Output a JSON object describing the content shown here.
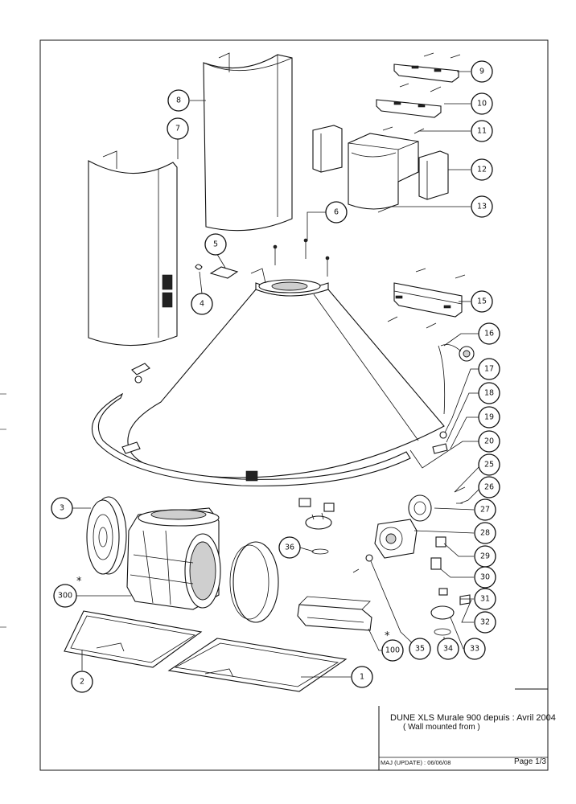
{
  "title_block": {
    "model_line": "DUNE  XLS Murale 900 depuis  : Avril 2004",
    "subtitle": "( Wall mounted from )",
    "update": "MAJ (UPDATE) : 06/06/08",
    "page": "Page 1/3"
  },
  "callouts": [
    "9",
    "10",
    "11",
    "12",
    "13",
    "8",
    "7",
    "6",
    "5",
    "4",
    "15",
    "16",
    "17",
    "18",
    "19",
    "20",
    "25",
    "26",
    "27",
    "28",
    "29",
    "30",
    "31",
    "32",
    "33",
    "34",
    "35",
    "36",
    "3",
    "300",
    "2",
    "100",
    "1"
  ],
  "markers": {
    "asterisk_300": "*",
    "asterisk_100": "*"
  },
  "colors": {
    "ink": "#111111",
    "paper": "#ffffff"
  }
}
